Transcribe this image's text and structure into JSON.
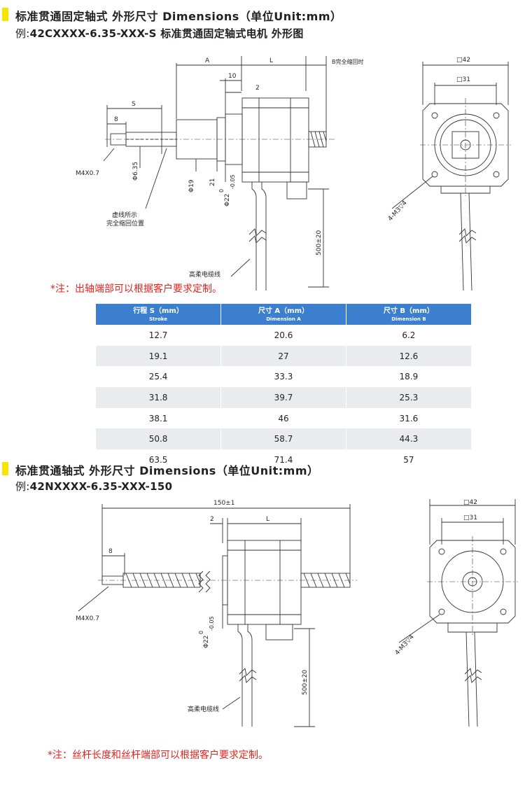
{
  "theme": {
    "accent": "#f6e500",
    "table_header": "#3b7fce",
    "note_color": "#e5231f",
    "row_alt": "#e9ebee"
  },
  "section1": {
    "title": "标准贯通固定轴式 外形尺寸 Dimensions（单位Unit:mm）",
    "subtitle_lead": "例:",
    "subtitle_model": "42CXXXX-6.35-XXX-S 标准贯通固定轴式电机 外形图",
    "drawing": {
      "A": "A",
      "L": "L",
      "B_retract": "B完全缩回时",
      "dim10": "10",
      "dim2": "2",
      "S": "S",
      "dim8": "8",
      "M4": "M4X0.7",
      "phi635": "Φ6.35",
      "phi19": "Φ19",
      "dim21": "21",
      "phi22": "Φ22",
      "tol0": "0",
      "tolneg": "-0.05",
      "dashed_note_1": "虚线所示",
      "dashed_note_2": "完全缩回位置",
      "cable_len": "500±20",
      "cable_note": "高柔电缆线",
      "sq42": "□42",
      "sq31": "□31",
      "holes": "4-M3▽4"
    },
    "note": "*注：出轴端部可以根据客户要求定制。"
  },
  "table": {
    "headers": [
      {
        "zh": "行程 S（mm）",
        "en": "Stroke"
      },
      {
        "zh": "尺寸 A（mm）",
        "en": "Dimension A"
      },
      {
        "zh": "尺寸 B（mm）",
        "en": "Dimension B"
      }
    ],
    "rows": [
      [
        "12.7",
        "20.6",
        "6.2"
      ],
      [
        "19.1",
        "27",
        "12.6"
      ],
      [
        "25.4",
        "33.3",
        "18.9"
      ],
      [
        "31.8",
        "39.7",
        "25.3"
      ],
      [
        "38.1",
        "46",
        "31.6"
      ],
      [
        "50.8",
        "58.7",
        "44.3"
      ],
      [
        "63.5",
        "71.4",
        "57"
      ]
    ]
  },
  "section2": {
    "title": "标准贯通轴式 外形尺寸 Dimensions（单位Unit:mm）",
    "subtitle_lead": "例:",
    "subtitle_model": "42NXXXX-6.35-XXX-150",
    "drawing": {
      "len150": "150±1",
      "dim2": "2",
      "L": "L",
      "dim8": "8",
      "M4": "M4X0.7",
      "phi22": "Φ22",
      "tol0": "0",
      "tolneg": "-0.05",
      "cable_len": "500±20",
      "cable_note": "高柔电缆线",
      "sq42": "□42",
      "sq31": "□31",
      "holes": "4-M3▽4"
    },
    "note": "*注：丝杆长度和丝杆端部可以根据客户要求定制。"
  }
}
